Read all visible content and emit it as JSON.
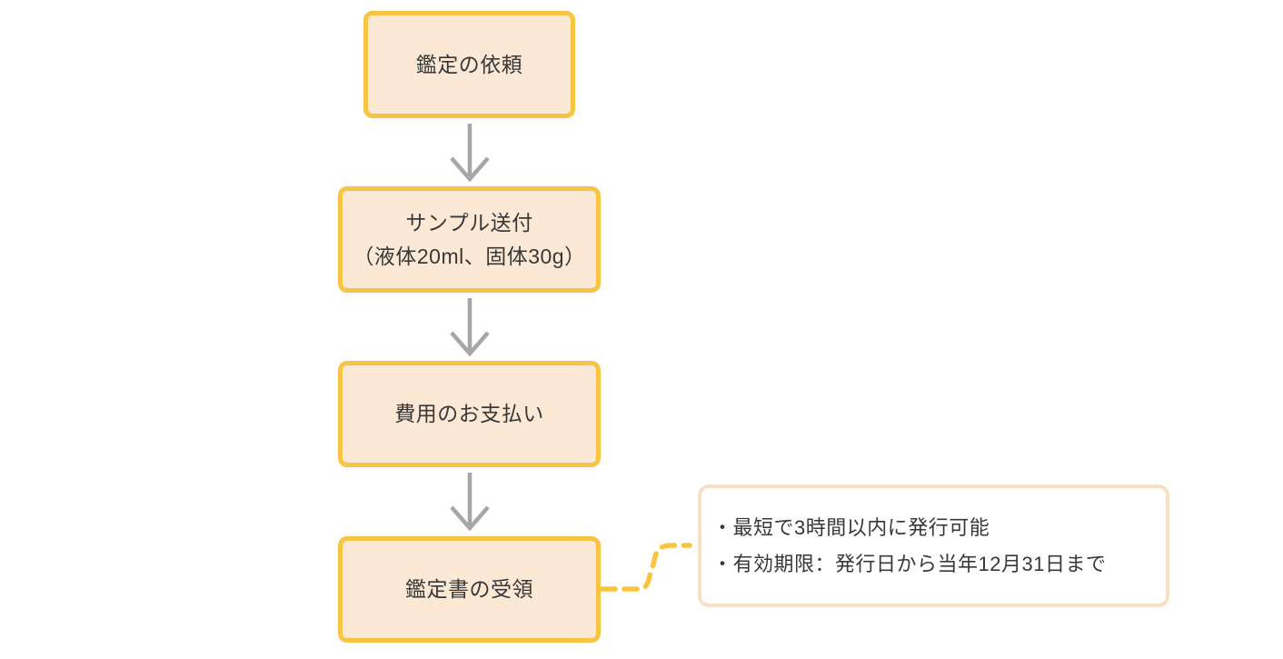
{
  "colors": {
    "canvas_bg": "#FFFFFF",
    "box_border": "#F7C444",
    "box_fill": "#FCE9D5",
    "note_border": "#F9DFC4",
    "note_fill": "#FFFFFF",
    "connector": "#F9C53F",
    "arrow": "#A6A6A6",
    "text": "#383838"
  },
  "flow": {
    "steps": [
      {
        "id": "request",
        "lines": [
          "鑑定の依頼"
        ]
      },
      {
        "id": "sample",
        "lines": [
          "サンプル送付",
          "（液体20ml、固体30g）"
        ]
      },
      {
        "id": "payment",
        "lines": [
          "費用のお支払い"
        ]
      },
      {
        "id": "receipt",
        "lines": [
          "鑑定書の受領"
        ]
      }
    ],
    "note": {
      "lines": [
        "・最短で3時間以内に発行可能",
        "・有効期限：発行日から当年12月31日まで"
      ]
    }
  }
}
